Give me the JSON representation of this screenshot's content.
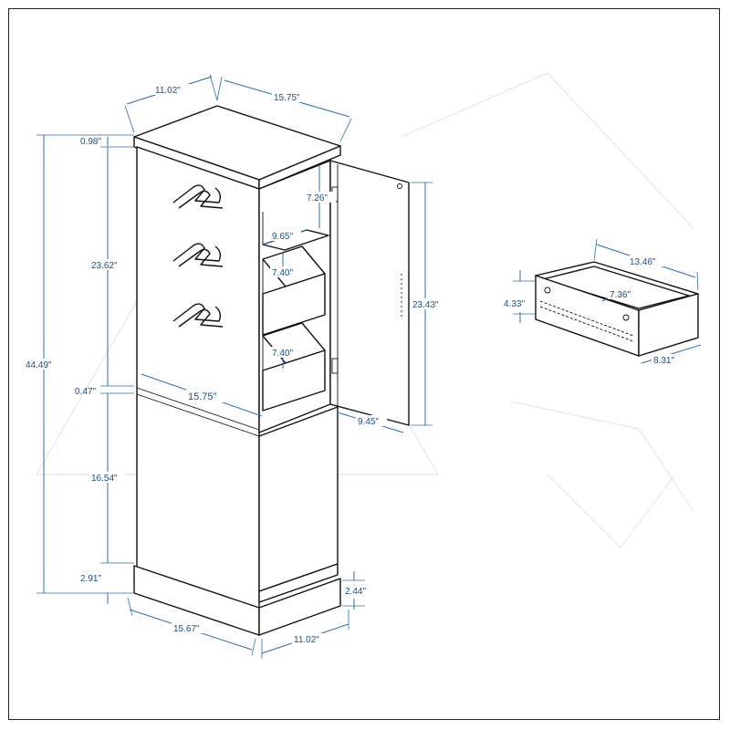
{
  "colors": {
    "dimension": "#2b6cb0",
    "dimension_text": "#1a4f8a",
    "outline": "#111111",
    "background": "#ffffff"
  },
  "cabinet_dimensions": {
    "top_depth": "11.02\"",
    "top_width": "15.75\"",
    "top_thickness": "0.98\"",
    "upper_section_height": "23.62\"",
    "total_height": "44.49\"",
    "divider_thickness": "0.47\"",
    "lower_section_height": "16.54\"",
    "base_height": "2.91\"",
    "shelf_gap_top": "7.26\"",
    "shelf_depth": "9.65\"",
    "upper_drawer_gap": "7.40\"",
    "lower_drawer_gap": "7.40\"",
    "door_height": "23.43\"",
    "mid_width": "15.75\"",
    "door_width": "9.45\"",
    "plinth_height": "2.44\"",
    "base_width": "15.67\"",
    "base_depth": "11.02\""
  },
  "drawer_dimensions": {
    "length": "13.46\"",
    "height": "4.33\"",
    "inner_depth": "7.36\"",
    "width": "8.31\""
  }
}
